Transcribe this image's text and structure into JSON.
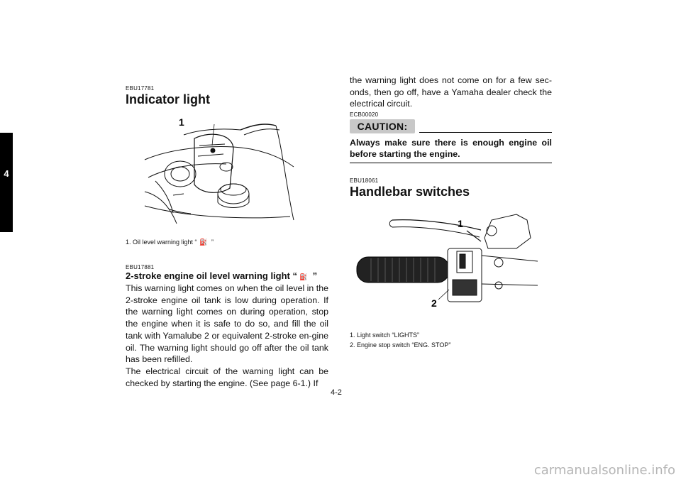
{
  "chapter_tab": "4",
  "left": {
    "code1": "EBU17781",
    "title1": "Indicator light",
    "figure1_callout": "1",
    "figure1_caption_pre": "1.  Oil level warning light “",
    "figure1_caption_post": " ”",
    "code2": "EBU17881",
    "title2_pre": "2-stroke engine oil level warning light “",
    "title2_post": " ”",
    "paragraph1": "This warning light comes on when the oil level in the 2-stroke engine oil tank is low during operation. If the warning light comes on during operation, stop the engine when it is safe to do so, and fill the oil tank with Yamalube 2 or equivalent 2-stroke en-gine oil. The warning light should go off after the oil tank has been refilled.",
    "paragraph2": "The electrical circuit of the warning light can be checked by starting the engine. (See page 6-1.) If"
  },
  "right": {
    "paragraph_cont": "the warning light does not come on for a few sec-onds, then go off, have a Yamaha dealer check the electrical circuit.",
    "caution_code": "ECB00020",
    "caution_label": "CAUTION:",
    "caution_text": "Always make sure there is enough engine oil before starting the engine.",
    "code3": "EBU18061",
    "title3": "Handlebar switches",
    "figure2_callout1": "1",
    "figure2_callout2": "2",
    "figure2_caption1": "1.  Light switch “LIGHTS”",
    "figure2_caption2": "2.  Engine stop switch “ENG. STOP”"
  },
  "page_number": "4-2",
  "watermark": "carmanualsonline.info"
}
